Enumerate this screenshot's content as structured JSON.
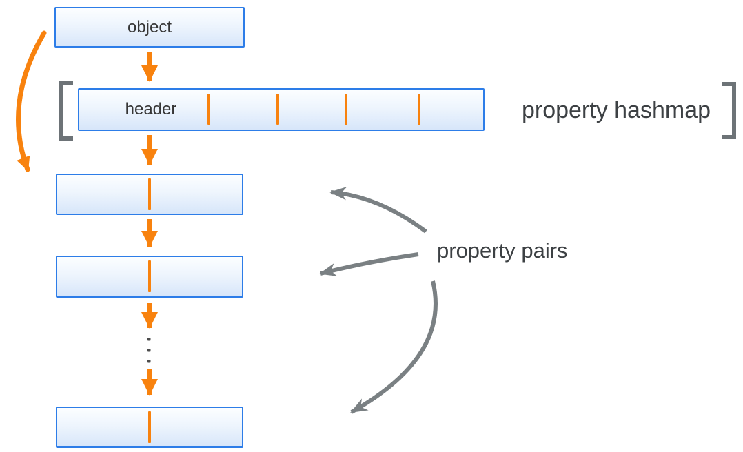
{
  "labels": {
    "object_box": "object",
    "header_cell": "header",
    "property_hashmap": "property hashmap",
    "property_pairs": "property pairs"
  },
  "structure": {
    "hashmap_slot_count": 5,
    "hashmap_divider_count": 4,
    "property_pair_box_count": 3,
    "dividers_per_pair_box": 1,
    "ellipsis_dot_count": 3
  },
  "colors": {
    "box_border": "#2d7de8",
    "box_fill_top": "#fcfeff",
    "box_fill_bottom": "#d7e6fa",
    "orange": "#f8820e",
    "bracket_gray": "#6d7377",
    "arrow_gray": "#7a8083",
    "label_text": "#3d4144",
    "box_text": "#363636",
    "background": "#ffffff"
  }
}
